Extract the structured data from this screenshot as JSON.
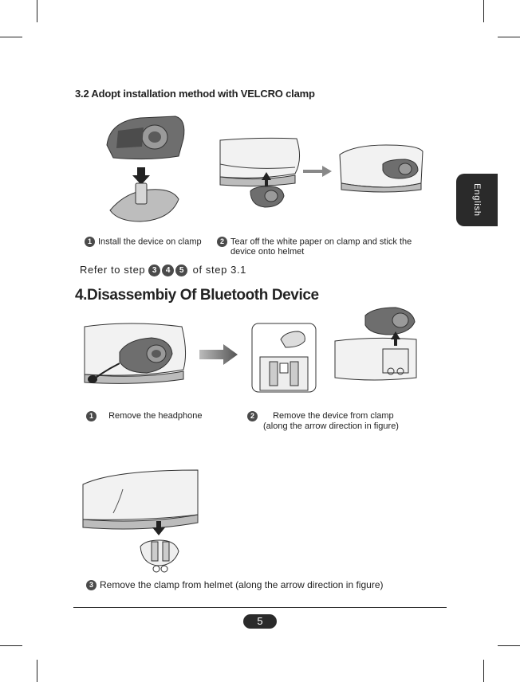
{
  "section_3_2": {
    "title": "3.2 Adopt installation method with VELCRO clamp",
    "step1": {
      "num": "1",
      "text": "Install the device on clamp"
    },
    "step2": {
      "num": "2",
      "text_line1": "Tear off the white paper on clamp and stick the",
      "text_line2": "device onto helmet"
    },
    "refer": {
      "prefix": "Refer to step",
      "steps": [
        "3",
        "4",
        "5"
      ],
      "suffix": "of step 3.1"
    }
  },
  "section_4": {
    "title": "4.Disassembiy Of Bluetooth Device",
    "step1": {
      "num": "1",
      "text": "Remove the headphone"
    },
    "step2": {
      "num": "2",
      "text_line1": "Remove the device from clamp",
      "text_line2": "(along the arrow direction in figure)"
    },
    "step3": {
      "num": "3",
      "text": "Remove the clamp from helmet (along the arrow direction in figure)"
    }
  },
  "language_tab": "English",
  "page_number": "5"
}
